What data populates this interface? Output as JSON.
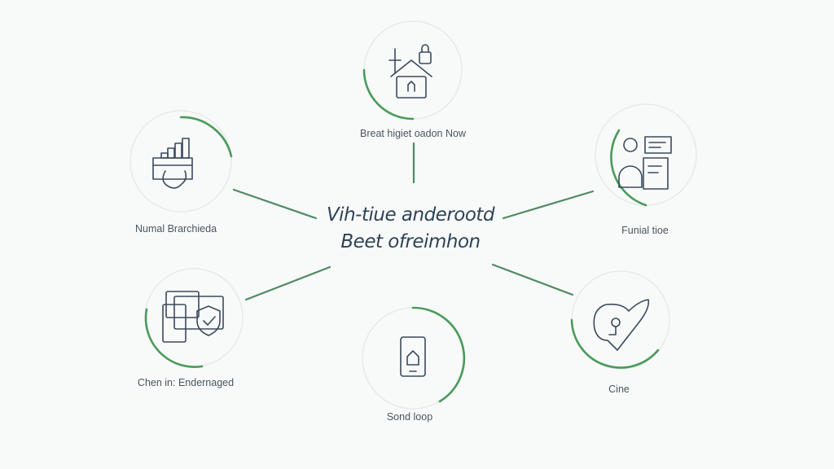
{
  "center": {
    "line1": "Vih-tiue anderootd",
    "line2": "Beet ofreimhon"
  },
  "nodes": [
    {
      "label": "Breat higiet oadon Now",
      "icon": "lock-house-icon"
    },
    {
      "label": "Numal Brarchieda",
      "icon": "bar-chart-hands-icon"
    },
    {
      "label": "Funial tioe",
      "icon": "document-person-icon"
    },
    {
      "label": "Chen in: Endernaged",
      "icon": "devices-shield-icon"
    },
    {
      "label": "Sond loop",
      "icon": "phone-icon"
    },
    {
      "label": "Cine",
      "icon": "head-heart-icon"
    }
  ],
  "colors": {
    "accent": "#4a9a5a",
    "ink": "#3a4a5c",
    "ring": "#e6ecea"
  }
}
